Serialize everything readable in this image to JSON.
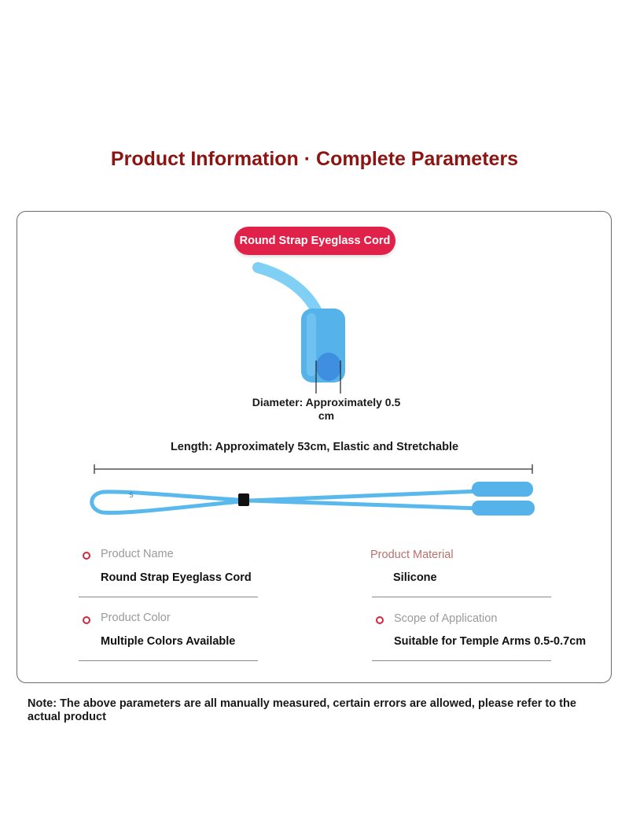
{
  "header": {
    "title": "Product Information · Complete Parameters"
  },
  "card": {
    "badge": "Round Strap Eyeglass Cord",
    "diameter_label": "Diameter: Approximately 0.5 cm",
    "length_label": "Length: Approximately 53cm, Elastic and Stretchable",
    "specs": {
      "product_name": {
        "label": "Product Name",
        "value": "Round Strap Eyeglass Cord"
      },
      "product_material": {
        "label": "Product Material",
        "value": "Silicone"
      },
      "product_color": {
        "label": "Product Color",
        "value": "Multiple Colors Available"
      },
      "scope": {
        "label": "Scope of Application",
        "value": "Suitable for Temple Arms 0.5-0.7cm"
      }
    }
  },
  "note": "Note: The above parameters are all manually measured, certain errors are allowed, please refer to the actual product",
  "colors": {
    "title": "#8b1512",
    "badge": "#e0224a",
    "cord": "#5ab9ec",
    "bullet": "#d0283a"
  }
}
